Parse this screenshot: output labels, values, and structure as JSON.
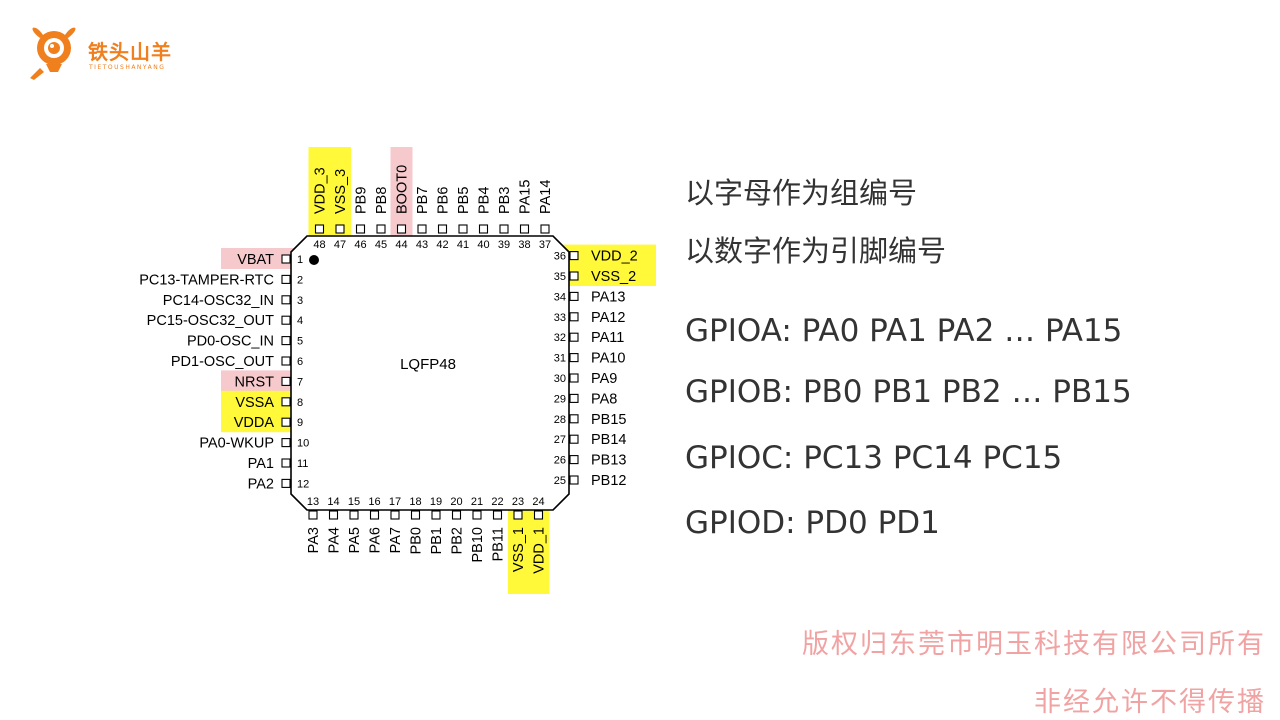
{
  "brand": {
    "name": "铁头山羊",
    "subtitle": "TIETOUSHANYANG",
    "color": "#f07f1e"
  },
  "chip": {
    "package": "LQFP48",
    "highlight_colors": {
      "power": "#fff93a",
      "special": "#f6c9cd"
    },
    "pins_left": [
      {
        "num": "1",
        "name": "VBAT",
        "hl": "special"
      },
      {
        "num": "2",
        "name": "PC13-TAMPER-RTC",
        "hl": ""
      },
      {
        "num": "3",
        "name": "PC14-OSC32_IN",
        "hl": ""
      },
      {
        "num": "4",
        "name": "PC15-OSC32_OUT",
        "hl": ""
      },
      {
        "num": "5",
        "name": "PD0-OSC_IN",
        "hl": ""
      },
      {
        "num": "6",
        "name": "PD1-OSC_OUT",
        "hl": ""
      },
      {
        "num": "7",
        "name": "NRST",
        "hl": "special"
      },
      {
        "num": "8",
        "name": "VSSA",
        "hl": "power"
      },
      {
        "num": "9",
        "name": "VDDA",
        "hl": "power"
      },
      {
        "num": "10",
        "name": "PA0-WKUP",
        "hl": ""
      },
      {
        "num": "11",
        "name": "PA1",
        "hl": ""
      },
      {
        "num": "12",
        "name": "PA2",
        "hl": ""
      }
    ],
    "pins_bottom": [
      {
        "num": "13",
        "name": "PA3",
        "hl": ""
      },
      {
        "num": "14",
        "name": "PA4",
        "hl": ""
      },
      {
        "num": "15",
        "name": "PA5",
        "hl": ""
      },
      {
        "num": "16",
        "name": "PA6",
        "hl": ""
      },
      {
        "num": "17",
        "name": "PA7",
        "hl": ""
      },
      {
        "num": "18",
        "name": "PB0",
        "hl": ""
      },
      {
        "num": "19",
        "name": "PB1",
        "hl": ""
      },
      {
        "num": "20",
        "name": "PB2",
        "hl": ""
      },
      {
        "num": "21",
        "name": "PB10",
        "hl": ""
      },
      {
        "num": "22",
        "name": "PB11",
        "hl": ""
      },
      {
        "num": "23",
        "name": "VSS_1",
        "hl": "power"
      },
      {
        "num": "24",
        "name": "VDD_1",
        "hl": "power"
      }
    ],
    "pins_right": [
      {
        "num": "25",
        "name": "PB12",
        "hl": ""
      },
      {
        "num": "26",
        "name": "PB13",
        "hl": ""
      },
      {
        "num": "27",
        "name": "PB14",
        "hl": ""
      },
      {
        "num": "28",
        "name": "PB15",
        "hl": ""
      },
      {
        "num": "29",
        "name": "PA8",
        "hl": ""
      },
      {
        "num": "30",
        "name": "PA9",
        "hl": ""
      },
      {
        "num": "31",
        "name": "PA10",
        "hl": ""
      },
      {
        "num": "32",
        "name": "PA11",
        "hl": ""
      },
      {
        "num": "33",
        "name": "PA12",
        "hl": ""
      },
      {
        "num": "34",
        "name": "PA13",
        "hl": ""
      },
      {
        "num": "35",
        "name": "VSS_2",
        "hl": "power"
      },
      {
        "num": "36",
        "name": "VDD_2",
        "hl": "power"
      }
    ],
    "pins_top": [
      {
        "num": "37",
        "name": "PA14",
        "hl": ""
      },
      {
        "num": "38",
        "name": "PA15",
        "hl": ""
      },
      {
        "num": "39",
        "name": "PB3",
        "hl": ""
      },
      {
        "num": "40",
        "name": "PB4",
        "hl": ""
      },
      {
        "num": "41",
        "name": "PB5",
        "hl": ""
      },
      {
        "num": "42",
        "name": "PB6",
        "hl": ""
      },
      {
        "num": "43",
        "name": "PB7",
        "hl": ""
      },
      {
        "num": "44",
        "name": "BOOT0",
        "hl": "special"
      },
      {
        "num": "45",
        "name": "PB8",
        "hl": ""
      },
      {
        "num": "46",
        "name": "PB9",
        "hl": ""
      },
      {
        "num": "47",
        "name": "VSS_3",
        "hl": "power"
      },
      {
        "num": "48",
        "name": "VDD_3",
        "hl": "power"
      }
    ]
  },
  "description": {
    "line1": "以字母作为组编号",
    "line2": "以数字作为引脚编号",
    "gpioa": "GPIOA: PA0 PA1 PA2 … PA15",
    "gpiob": "GPIOB: PB0 PB1 PB2 … PB15",
    "gpioc": "GPIOC: PC13 PC14 PC15",
    "gpiod": "GPIOD: PD0 PD1"
  },
  "copyright": {
    "line1": "版权归东莞市明玉科技有限公司所有",
    "line2": "非经允许不得传播"
  }
}
